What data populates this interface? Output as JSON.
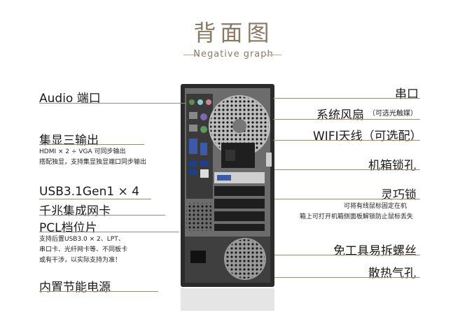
{
  "header": {
    "title": "背面图",
    "subtitle": "Negative graph"
  },
  "left_labels": {
    "audio": "Audio 端口",
    "display": "集显三输出",
    "display_note_1": "HDMI × 2 ÷ VGA 可同步输出",
    "display_note_2": "搭配独显，支持集显独显端口同步输出",
    "usb": "USB3.1Gen1 × 4",
    "nic": "千兆集成网卡",
    "pcl": "PCL档位片",
    "pcl_note_1": "支持后置USB3.0 × 2、LPT、",
    "pcl_note_2": "串口卡、光纤网卡等、不同板卡",
    "pcl_note_3": "或有干涉，以实际支持为准！",
    "psu": "内置节能电源"
  },
  "right_labels": {
    "serial": "串口",
    "fan": "系统风扇",
    "fan_note": "（可选光触媒）",
    "wifi": "WIFI天线（可选配）",
    "lock_hole": "机箱锁孔",
    "smart_lock": "灵巧锁",
    "smart_lock_note_1": "可将有线鼠标固定在机",
    "smart_lock_note_2": "箱上可打开机箱侧面板解锁防止鼠标丢失",
    "screws": "免工具易拆螺丝",
    "vent": "散热气孔"
  },
  "colors": {
    "accent": "#8a7a63",
    "rule": "#9a8c78",
    "case": "#2b2b2b",
    "panel": "#4a4a4a"
  }
}
